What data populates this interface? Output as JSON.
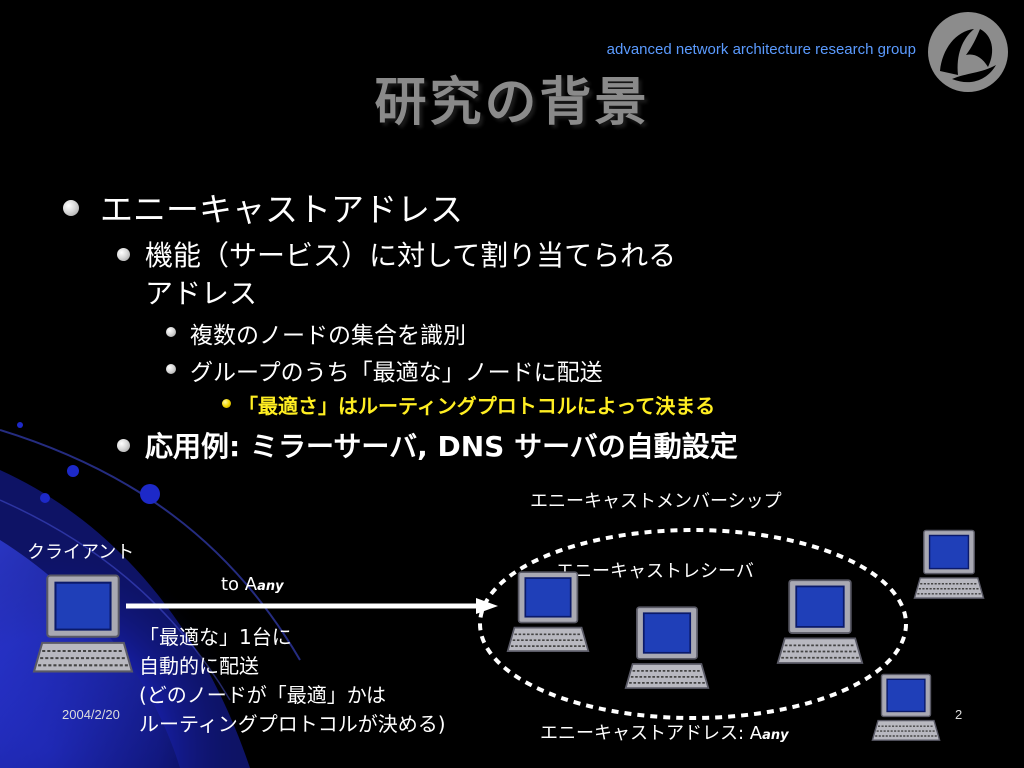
{
  "header": {
    "org": "advanced network architecture research group",
    "title": "研究の背景"
  },
  "bullets": {
    "l1": "エニーキャストアドレス",
    "l2a_line1": "機能（サービス）に対して割り当てられる",
    "l2a_line2": "アドレス",
    "l3a": "複数のノードの集合を識別",
    "l3b": "グループのうち「最適な」ノードに配送",
    "l4a": "「最適さ」はルーティングプロトコルによって決まる",
    "l2b": "応用例: ミラーサーバ, DNS サーバの自動設定"
  },
  "diagram": {
    "membership_label": "エニーキャストメンバーシップ",
    "client_label": "クライアント",
    "receiver_label": "エニーキャストレシーバ",
    "arrow_label_prefix": "to A",
    "arrow_label_sub": "any",
    "note_line1": "「最適な」1台に",
    "note_line2": "自動的に配送",
    "note_line3": "(どのノードが「最適」かは",
    "note_line4": "ルーティングプロトコルが決める)",
    "address_label_prefix": "エニーキャストアドレス: A",
    "address_label_sub": "any"
  },
  "footer": {
    "date": "2004/2/20",
    "page": "2"
  },
  "colors": {
    "background": "#000000",
    "header_text": "#5b9bff",
    "title": "#8a8a8a",
    "highlight": "#ffee22",
    "swoosh": "#1f2bd0"
  }
}
